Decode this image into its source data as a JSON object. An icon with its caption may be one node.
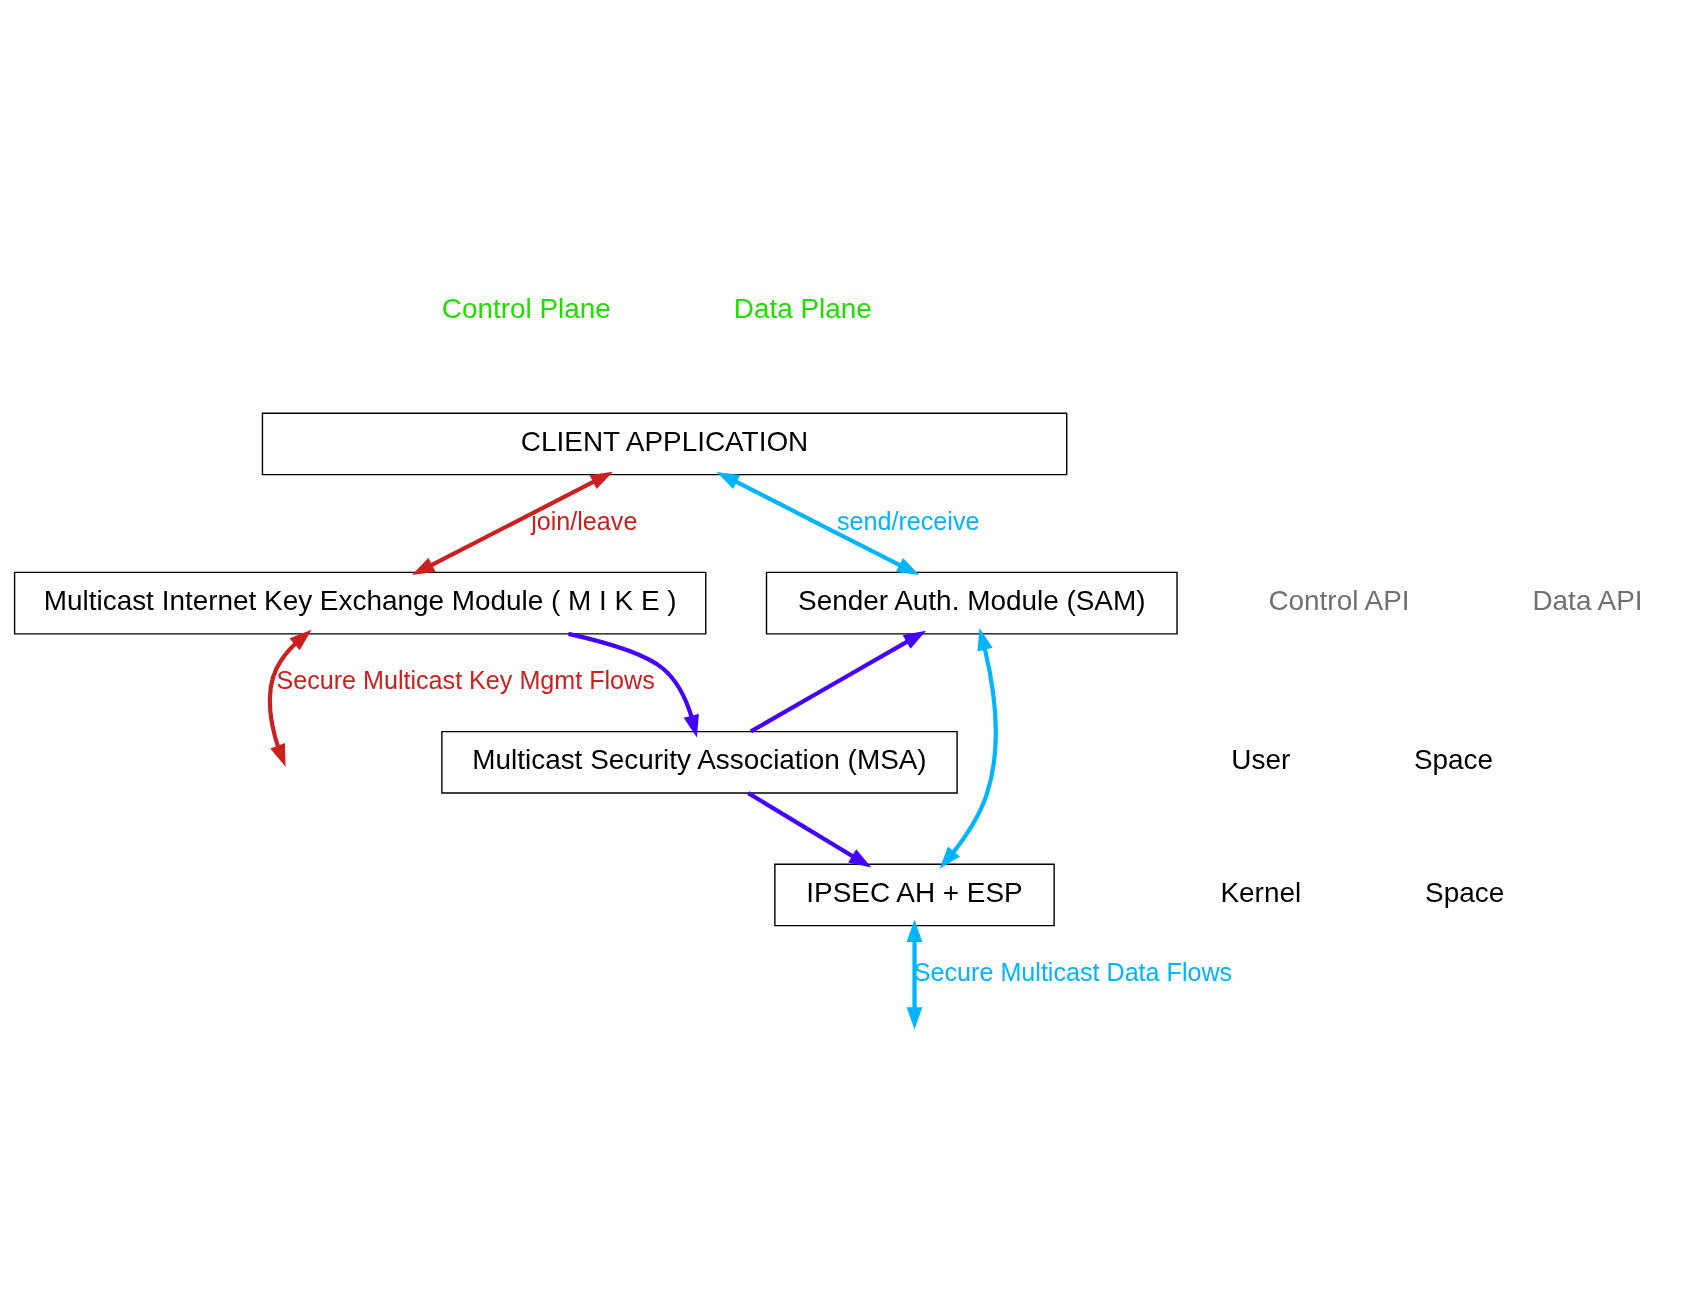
{
  "diagram": {
    "nodes": [
      {
        "text": [
          "CLIENT APPLICATION"
        ]
      },
      {
        "text": [
          "Multicast Internet Key Exchange Module ( M I K E )"
        ]
      },
      {
        "text": [
          "Multicast Security Association (MSA)"
        ]
      },
      {
        "text": [
          "Sender Auth. Module (SAM)"
        ]
      },
      {
        "text": [
          "IPSEC AH + ESP"
        ]
      }
    ],
    "edges": [
      {
        "from": 0,
        "to": 1,
        "arrow": "both",
        "label": "join/leave",
        "color": "#cc1f1f"
      },
      {
        "from": 0,
        "to": 3,
        "arrow": "both",
        "label": "send/receive",
        "color": "#00b4ff"
      },
      {
        "from": 1,
        "to": 2,
        "arrow": "to",
        "color": "#4400ff"
      },
      {
        "from": 2,
        "to": 3,
        "arrow": "to",
        "color": "#4400ff"
      },
      {
        "from": 2,
        "to": 4,
        "arrow": "to",
        "color": "#4400ff"
      },
      {
        "from": 3,
        "to": 4,
        "arrow": "both",
        "color": "#00b4ff"
      },
      {
        "from": 1,
        "to": null,
        "arrow": "both",
        "label": "Secure Multicast Key Mgmt Flows",
        "color": "#cc1f1f"
      },
      {
        "from": 4,
        "to": null,
        "arrow": "both",
        "label": "Secure Multicast Data Flows",
        "color": "#00b4ff"
      }
    ],
    "labels": [
      "Control Plane",
      "Data Plane",
      "Control API",
      "Data API",
      "User",
      "Space",
      "Kernel",
      "Space"
    ]
  }
}
